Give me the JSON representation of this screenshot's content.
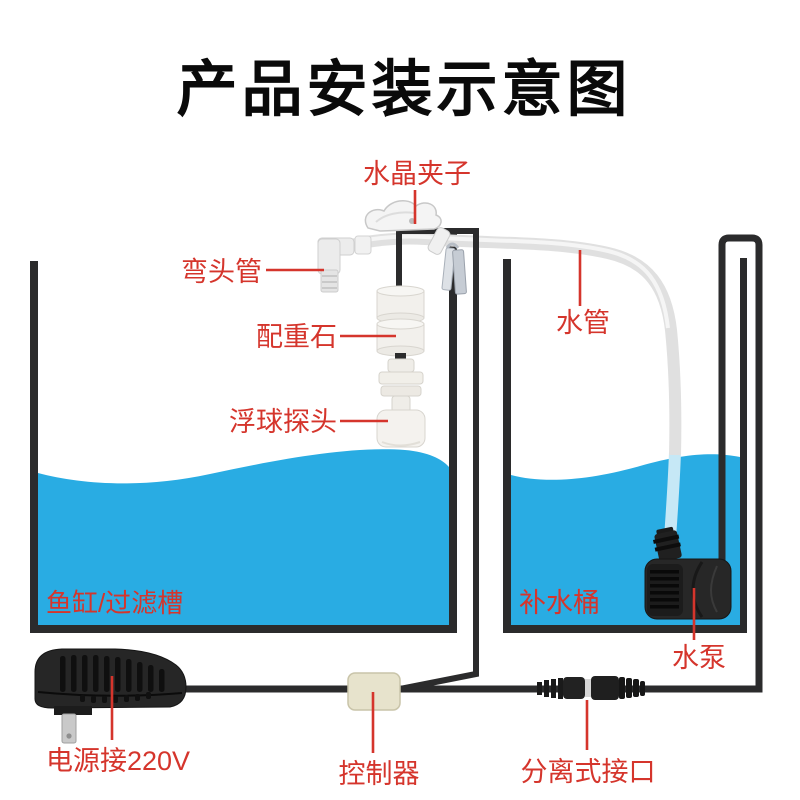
{
  "title": "产品安装示意图",
  "colors": {
    "water": "#29ace3",
    "label_red": "#d5352c",
    "line_black": "#2b2b2c",
    "hose_gray": "#e0e0e0",
    "controller_beige": "#e7e3cc",
    "device_black": "#262626"
  },
  "labels": {
    "crystal_clip": "水晶夹子",
    "elbow_pipe": "弯头管",
    "counterweight_stone": "配重石",
    "float_probe": "浮球探头",
    "water_pipe": "水管",
    "fish_tank": "鱼缸/过滤槽",
    "refill_bucket": "补水桶",
    "water_pump": "水泵",
    "power_plug": "电源接220V",
    "controller": "控制器",
    "detachable_connector": "分离式接口"
  }
}
